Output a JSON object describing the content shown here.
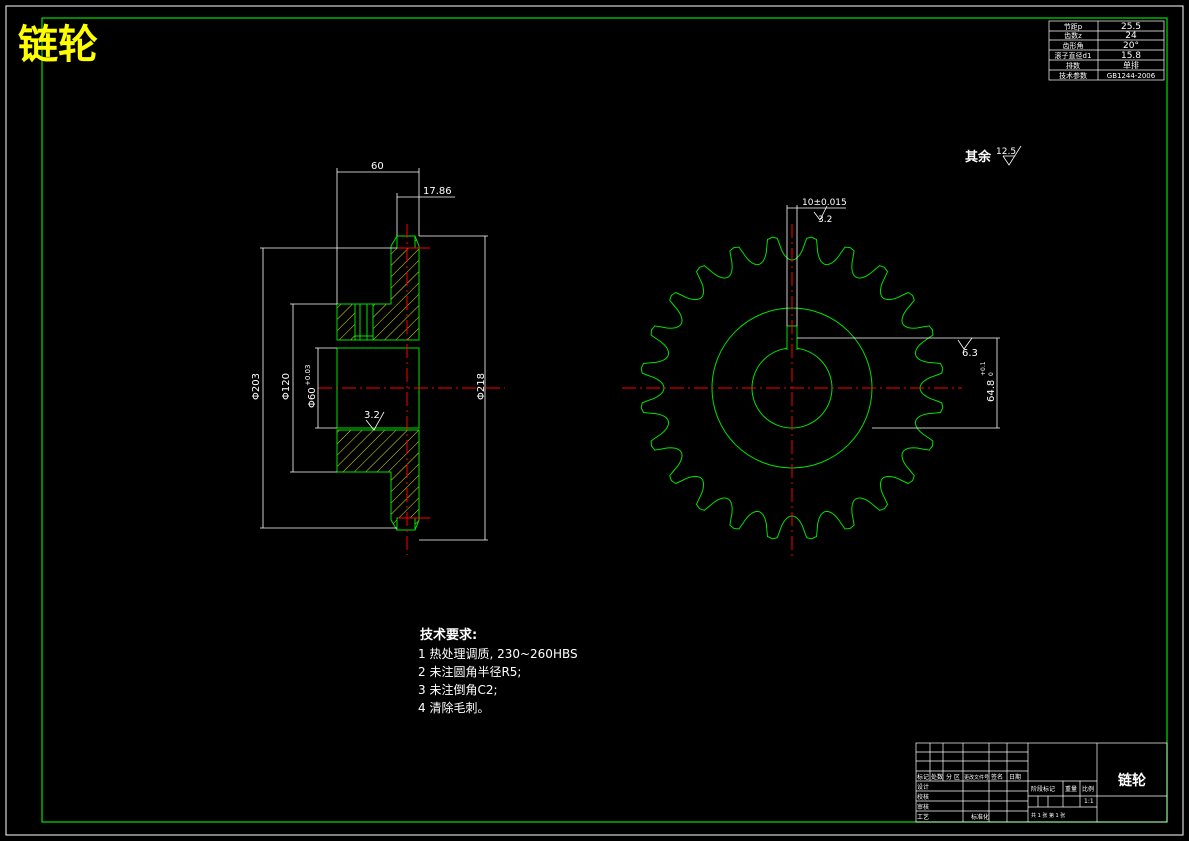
{
  "drawing_title": "链轮",
  "param_table": [
    {
      "label": "节距p",
      "value": "25.5"
    },
    {
      "label": "齿数z",
      "value": "24"
    },
    {
      "label": "齿形角",
      "value": "20°"
    },
    {
      "label": "滚子直径d1",
      "value": "15.8"
    },
    {
      "label": "排数",
      "value": "单排"
    },
    {
      "label": "技术参数",
      "value": "GB1244-2006"
    }
  ],
  "roughness_note": {
    "label": "其余",
    "value": "12.5"
  },
  "side_view_dims": {
    "width": "60",
    "tooth_width": "17.86",
    "d_outer": "Φ203",
    "d_hub": "Φ120",
    "d_bore": "Φ60",
    "d_bore_tol": "+0.03",
    "d_tip": "Φ218",
    "roughness_bore": "3.2"
  },
  "front_view_dims": {
    "keyway_width": "10±0.015",
    "keyway_roughness": "3.2",
    "key_roughness": "6.3",
    "keyway_depth": "64.8",
    "keyway_depth_tol_upper": "+0.1",
    "keyway_depth_tol_lower": "0"
  },
  "tech_requirements": {
    "heading": "技术要求:",
    "items": [
      "1 热处理调质, 230~260HBS",
      "2 未注圆角半径R5;",
      "3 未注倒角C2;",
      "4 清除毛刺。"
    ]
  },
  "title_block": {
    "part_name": "链轮",
    "row_labels": [
      "标记",
      "处数",
      "分 区",
      "更改文件号",
      "签名",
      "日期"
    ],
    "left_labels": [
      "设计",
      "校核",
      "审核",
      "工艺"
    ],
    "std_label": "标准化",
    "stage_label": "阶段标记",
    "weight_label": "重量",
    "scale_label": "比例",
    "scale_value": "1:1",
    "sheet_info": "共 1 张  第 1 张"
  },
  "colors": {
    "background": "#000000",
    "outline": "#00e000",
    "centerline": "#ff0000",
    "dimension": "#ffffff",
    "title": "#ffff00"
  }
}
